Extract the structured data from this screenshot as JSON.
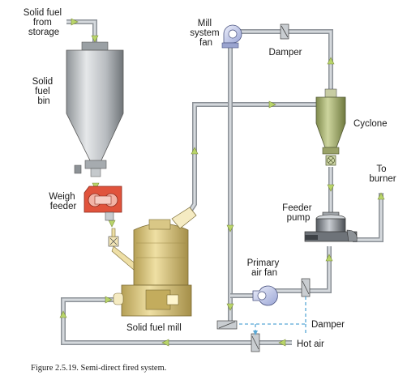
{
  "labels": {
    "solid_fuel_storage": [
      "Solid fuel",
      "from",
      "storage"
    ],
    "solid_fuel_bin": [
      "Solid",
      "fuel",
      "bin"
    ],
    "mill_system_fan": [
      "Mill",
      "system",
      "fan"
    ],
    "damper_top": "Damper",
    "cyclone": "Cyclone",
    "to_burner": [
      "To",
      "burner"
    ],
    "weigh_feeder": [
      "Weigh",
      "feeder"
    ],
    "feeder_pump": [
      "Feeder",
      "pump"
    ],
    "primary_air_fan": [
      "Primary",
      "air fan"
    ],
    "damper_bottom": "Damper",
    "solid_fuel_mill": "Solid fuel mill",
    "hot_air": "Hot air"
  },
  "caption": "Figure 2.5.19. Semi-direct fired system.",
  "colors": {
    "pipe": "#8c9197",
    "flow_arrow": "#b9d56a",
    "control_line": "#58a8d6",
    "weigh_feeder": "#e0533c",
    "mill": "#d8c27a",
    "cyclone": "#a3ad6e",
    "fan": "#b9c2e6"
  },
  "icons": {
    "mill_fan": "centrifugal-fan-icon",
    "primary_fan": "centrifugal-fan-icon",
    "damper": "damper-icon",
    "valve": "rotary-valve-icon"
  }
}
